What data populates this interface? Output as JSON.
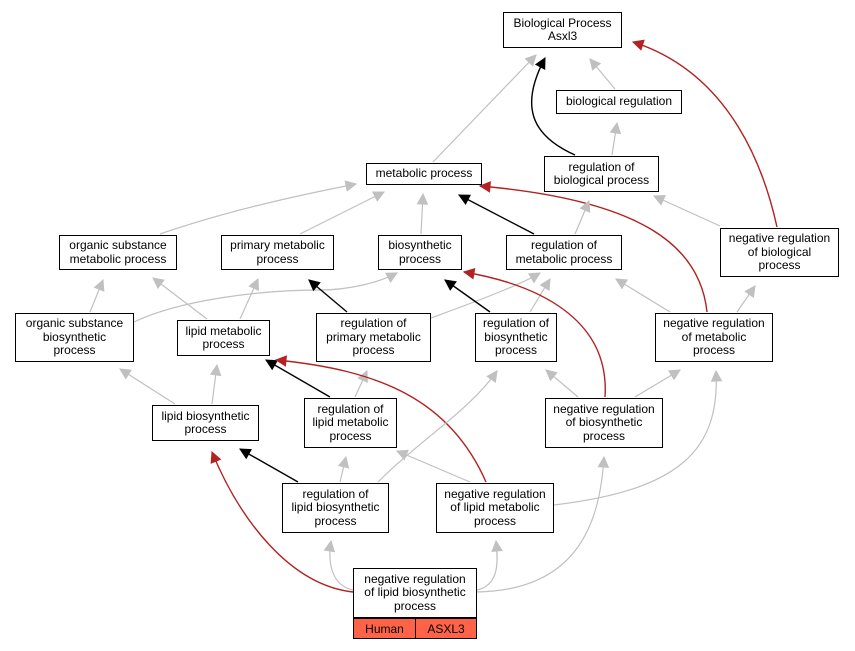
{
  "colors": {
    "gray": "#c0c0c0",
    "black": "#000000",
    "red": "#b22222",
    "highlight": "#ff6347"
  },
  "nodes": {
    "bp": "Biological Process\nAsxl3",
    "biological_regulation": "biological regulation",
    "metabolic_process": "metabolic process",
    "regulation_of_biological_process": "regulation of\nbiological process",
    "organic_substance_metabolic_process": "organic substance\nmetabolic process",
    "primary_metabolic_process": "primary metabolic\nprocess",
    "biosynthetic_process": "biosynthetic\nprocess",
    "regulation_of_metabolic_process": "regulation of\nmetabolic process",
    "negative_regulation_of_biological_process": "negative regulation\nof biological\nprocess",
    "organic_substance_biosynthetic_process": "organic substance\nbiosynthetic\nprocess",
    "lipid_metabolic_process": "lipid metabolic\nprocess",
    "regulation_of_primary_metabolic_process": "regulation of\nprimary metabolic\nprocess",
    "regulation_of_biosynthetic_process": "regulation of\nbiosynthetic\nprocess",
    "negative_regulation_of_metabolic_process": "negative regulation\nof metabolic\nprocess",
    "lipid_biosynthetic_process": "lipid biosynthetic\nprocess",
    "regulation_of_lipid_metabolic_process": "regulation of\nlipid metabolic\nprocess",
    "negative_regulation_of_biosynthetic_process": "negative regulation\nof biosynthetic\nprocess",
    "regulation_of_lipid_biosynthetic_process": "regulation of\nlipid biosynthetic\nprocess",
    "negative_regulation_of_lipid_metabolic_process": "negative regulation\nof lipid metabolic\nprocess",
    "negative_regulation_of_lipid_biosynthetic_process": "negative regulation\nof lipid biosynthetic\nprocess"
  },
  "tags": {
    "species": "Human",
    "gene": "ASXL3"
  },
  "edges": [
    {
      "from": "biological_regulation",
      "to": "bp",
      "type": "is_a"
    },
    {
      "from": "metabolic_process",
      "to": "bp",
      "type": "is_a"
    },
    {
      "from": "regulation_of_biological_process",
      "to": "bp",
      "type": "regulates"
    },
    {
      "from": "negative_regulation_of_biological_process",
      "to": "bp",
      "type": "negatively_regulates"
    },
    {
      "from": "regulation_of_biological_process",
      "to": "biological_regulation",
      "type": "is_a"
    },
    {
      "from": "organic_substance_metabolic_process",
      "to": "metabolic_process",
      "type": "is_a"
    },
    {
      "from": "primary_metabolic_process",
      "to": "metabolic_process",
      "type": "is_a"
    },
    {
      "from": "biosynthetic_process",
      "to": "metabolic_process",
      "type": "is_a"
    },
    {
      "from": "regulation_of_metabolic_process",
      "to": "metabolic_process",
      "type": "regulates"
    },
    {
      "from": "negative_regulation_of_metabolic_process",
      "to": "metabolic_process",
      "type": "negatively_regulates"
    },
    {
      "from": "regulation_of_metabolic_process",
      "to": "regulation_of_biological_process",
      "type": "is_a"
    },
    {
      "from": "negative_regulation_of_biological_process",
      "to": "regulation_of_biological_process",
      "type": "is_a"
    },
    {
      "from": "organic_substance_biosynthetic_process",
      "to": "organic_substance_metabolic_process",
      "type": "is_a"
    },
    {
      "from": "organic_substance_biosynthetic_process",
      "to": "biosynthetic_process",
      "type": "is_a"
    },
    {
      "from": "lipid_metabolic_process",
      "to": "organic_substance_metabolic_process",
      "type": "is_a"
    },
    {
      "from": "lipid_metabolic_process",
      "to": "primary_metabolic_process",
      "type": "is_a"
    },
    {
      "from": "regulation_of_primary_metabolic_process",
      "to": "primary_metabolic_process",
      "type": "regulates"
    },
    {
      "from": "regulation_of_primary_metabolic_process",
      "to": "regulation_of_metabolic_process",
      "type": "is_a"
    },
    {
      "from": "regulation_of_biosynthetic_process",
      "to": "biosynthetic_process",
      "type": "regulates"
    },
    {
      "from": "regulation_of_biosynthetic_process",
      "to": "regulation_of_metabolic_process",
      "type": "is_a"
    },
    {
      "from": "negative_regulation_of_biosynthetic_process",
      "to": "biosynthetic_process",
      "type": "negatively_regulates"
    },
    {
      "from": "negative_regulation_of_metabolic_process",
      "to": "regulation_of_metabolic_process",
      "type": "is_a"
    },
    {
      "from": "negative_regulation_of_metabolic_process",
      "to": "negative_regulation_of_biological_process",
      "type": "is_a"
    },
    {
      "from": "lipid_biosynthetic_process",
      "to": "organic_substance_biosynthetic_process",
      "type": "is_a"
    },
    {
      "from": "lipid_biosynthetic_process",
      "to": "lipid_metabolic_process",
      "type": "is_a"
    },
    {
      "from": "regulation_of_lipid_metabolic_process",
      "to": "lipid_metabolic_process",
      "type": "regulates"
    },
    {
      "from": "regulation_of_lipid_metabolic_process",
      "to": "regulation_of_primary_metabolic_process",
      "type": "is_a"
    },
    {
      "from": "negative_regulation_of_lipid_metabolic_process",
      "to": "lipid_metabolic_process",
      "type": "negatively_regulates"
    },
    {
      "from": "negative_regulation_of_biosynthetic_process",
      "to": "regulation_of_biosynthetic_process",
      "type": "is_a"
    },
    {
      "from": "negative_regulation_of_biosynthetic_process",
      "to": "negative_regulation_of_metabolic_process",
      "type": "is_a"
    },
    {
      "from": "regulation_of_lipid_biosynthetic_process",
      "to": "lipid_biosynthetic_process",
      "type": "regulates"
    },
    {
      "from": "regulation_of_lipid_biosynthetic_process",
      "to": "regulation_of_lipid_metabolic_process",
      "type": "is_a"
    },
    {
      "from": "regulation_of_lipid_biosynthetic_process",
      "to": "regulation_of_biosynthetic_process",
      "type": "is_a"
    },
    {
      "from": "negative_regulation_of_lipid_metabolic_process",
      "to": "regulation_of_lipid_metabolic_process",
      "type": "is_a"
    },
    {
      "from": "negative_regulation_of_lipid_metabolic_process",
      "to": "negative_regulation_of_metabolic_process",
      "type": "is_a"
    },
    {
      "from": "negative_regulation_of_lipid_biosynthetic_process",
      "to": "lipid_biosynthetic_process",
      "type": "negatively_regulates"
    },
    {
      "from": "negative_regulation_of_lipid_biosynthetic_process",
      "to": "regulation_of_lipid_biosynthetic_process",
      "type": "is_a"
    },
    {
      "from": "negative_regulation_of_lipid_biosynthetic_process",
      "to": "negative_regulation_of_lipid_metabolic_process",
      "type": "is_a"
    },
    {
      "from": "negative_regulation_of_lipid_biosynthetic_process",
      "to": "negative_regulation_of_biosynthetic_process",
      "type": "is_a"
    }
  ]
}
